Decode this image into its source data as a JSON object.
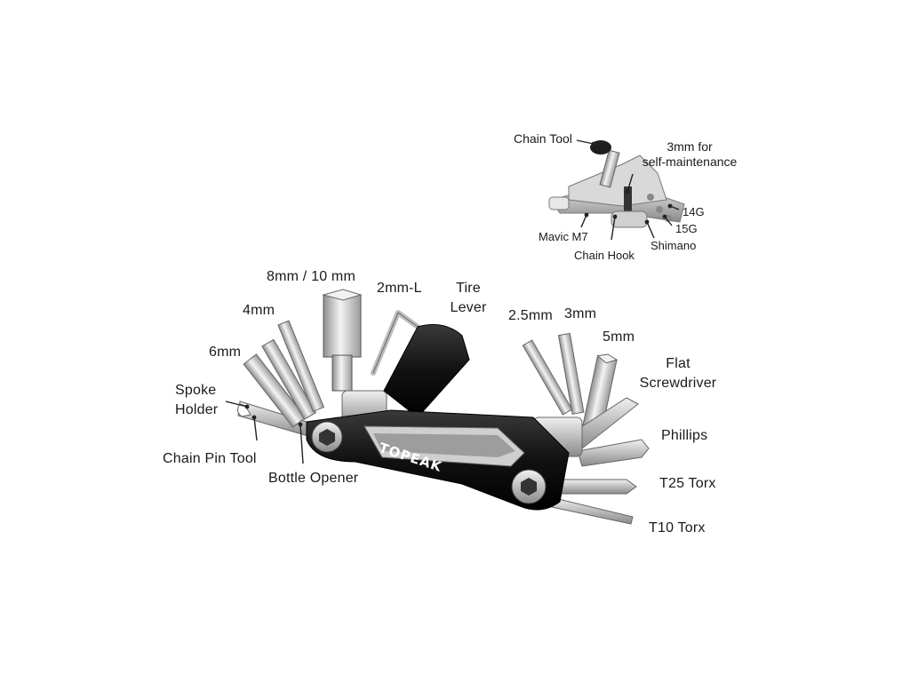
{
  "colors": {
    "text": "#1a1a1a",
    "steel": "#c8c8c8",
    "body": "#141414",
    "leader": "#222222"
  },
  "chain_tool_inset": {
    "chain_tool": "Chain Tool",
    "self_maintenance": "3mm for\nself-maintenance",
    "g14": "14G",
    "g15": "15G",
    "mavic": "Mavic M7",
    "shimano": "Shimano",
    "chain_hook": "Chain Hook"
  },
  "multitool": {
    "hex_8_10": "8mm / 10 mm",
    "hex_2L": "2mm-L",
    "tire_lever": "Tire\nLever",
    "hex_4": "4mm",
    "hex_6": "6mm",
    "spoke_holder": "Spoke\nHolder",
    "chain_pin_tool": "Chain Pin Tool",
    "bottle_opener": "Bottle Opener",
    "hex_2_5": "2.5mm",
    "hex_3": "3mm",
    "hex_5": "5mm",
    "flat_screwdriver": "Flat\nScrewdriver",
    "phillips": "Phillips",
    "t25": "T25 Torx",
    "t10": "T10 Torx",
    "brand": "TOPEAK"
  }
}
